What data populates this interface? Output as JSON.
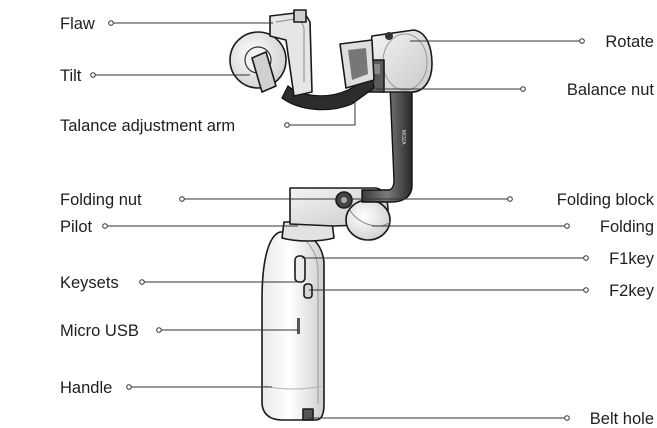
{
  "labels": {
    "flaw": "Flaw",
    "tilt": "Tilt",
    "talance": "Talance adjustment arm",
    "folding_nut": "Folding nut",
    "pilot": "Pilot",
    "keysets": "Keysets",
    "micro_usb": "Micro USB",
    "handle": "Handle",
    "rotate": "Rotate",
    "balance_nut": "Balance nut",
    "folding_block": "Folding block",
    "folding": "Folding",
    "f1key": "F1key",
    "f2key": "F2key",
    "belt_hole": "Belt hole"
  }
}
